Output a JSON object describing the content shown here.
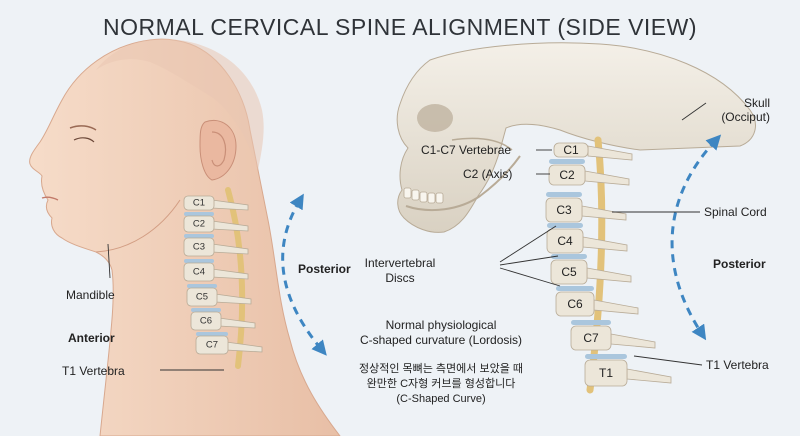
{
  "title": "NORMAL CERVICAL SPINE ALIGNMENT (SIDE VIEW)",
  "left_panel": {
    "vertebrae": [
      "C1",
      "C2",
      "C3",
      "C4",
      "C5",
      "C6",
      "C7"
    ],
    "mandible_label": "Mandible",
    "anterior_label": "Anterior",
    "posterior_label": "Posterior",
    "t1_label": "T1 Vertebra"
  },
  "center": {
    "discs_label_line1": "Intervertebral",
    "discs_label_line2": "Discs",
    "curvature_line1": "Normal physiological",
    "curvature_line2": "C-shaped curvature (Lordosis)",
    "korean_line1": "정상적인 목뼈는 측면에서 보았을 때",
    "korean_line2": "완만한 C자형 커브를 형성합니다",
    "korean_line3": "(C-Shaped Curve)"
  },
  "right_panel": {
    "vertebrae": [
      "C1",
      "C2",
      "C3",
      "C4",
      "C5",
      "C6",
      "C7",
      "T1"
    ],
    "skull_label_line1": "Skull",
    "skull_label_line2": "(Occiput)",
    "c1c7_label": "C1-C7 Vertebrae",
    "c2_label": "C2 (Axis)",
    "spinal_cord_label": "Spinal Cord",
    "posterior_label": "Posterior",
    "t1_label": "T1 Vertebra"
  },
  "colors": {
    "background": "#eef2f6",
    "skin": "#f3d6c2",
    "bone": "#ece6d9",
    "disc": "#aac6dd",
    "nerve": "#e2c27a",
    "arrow": "#3e86c2"
  }
}
